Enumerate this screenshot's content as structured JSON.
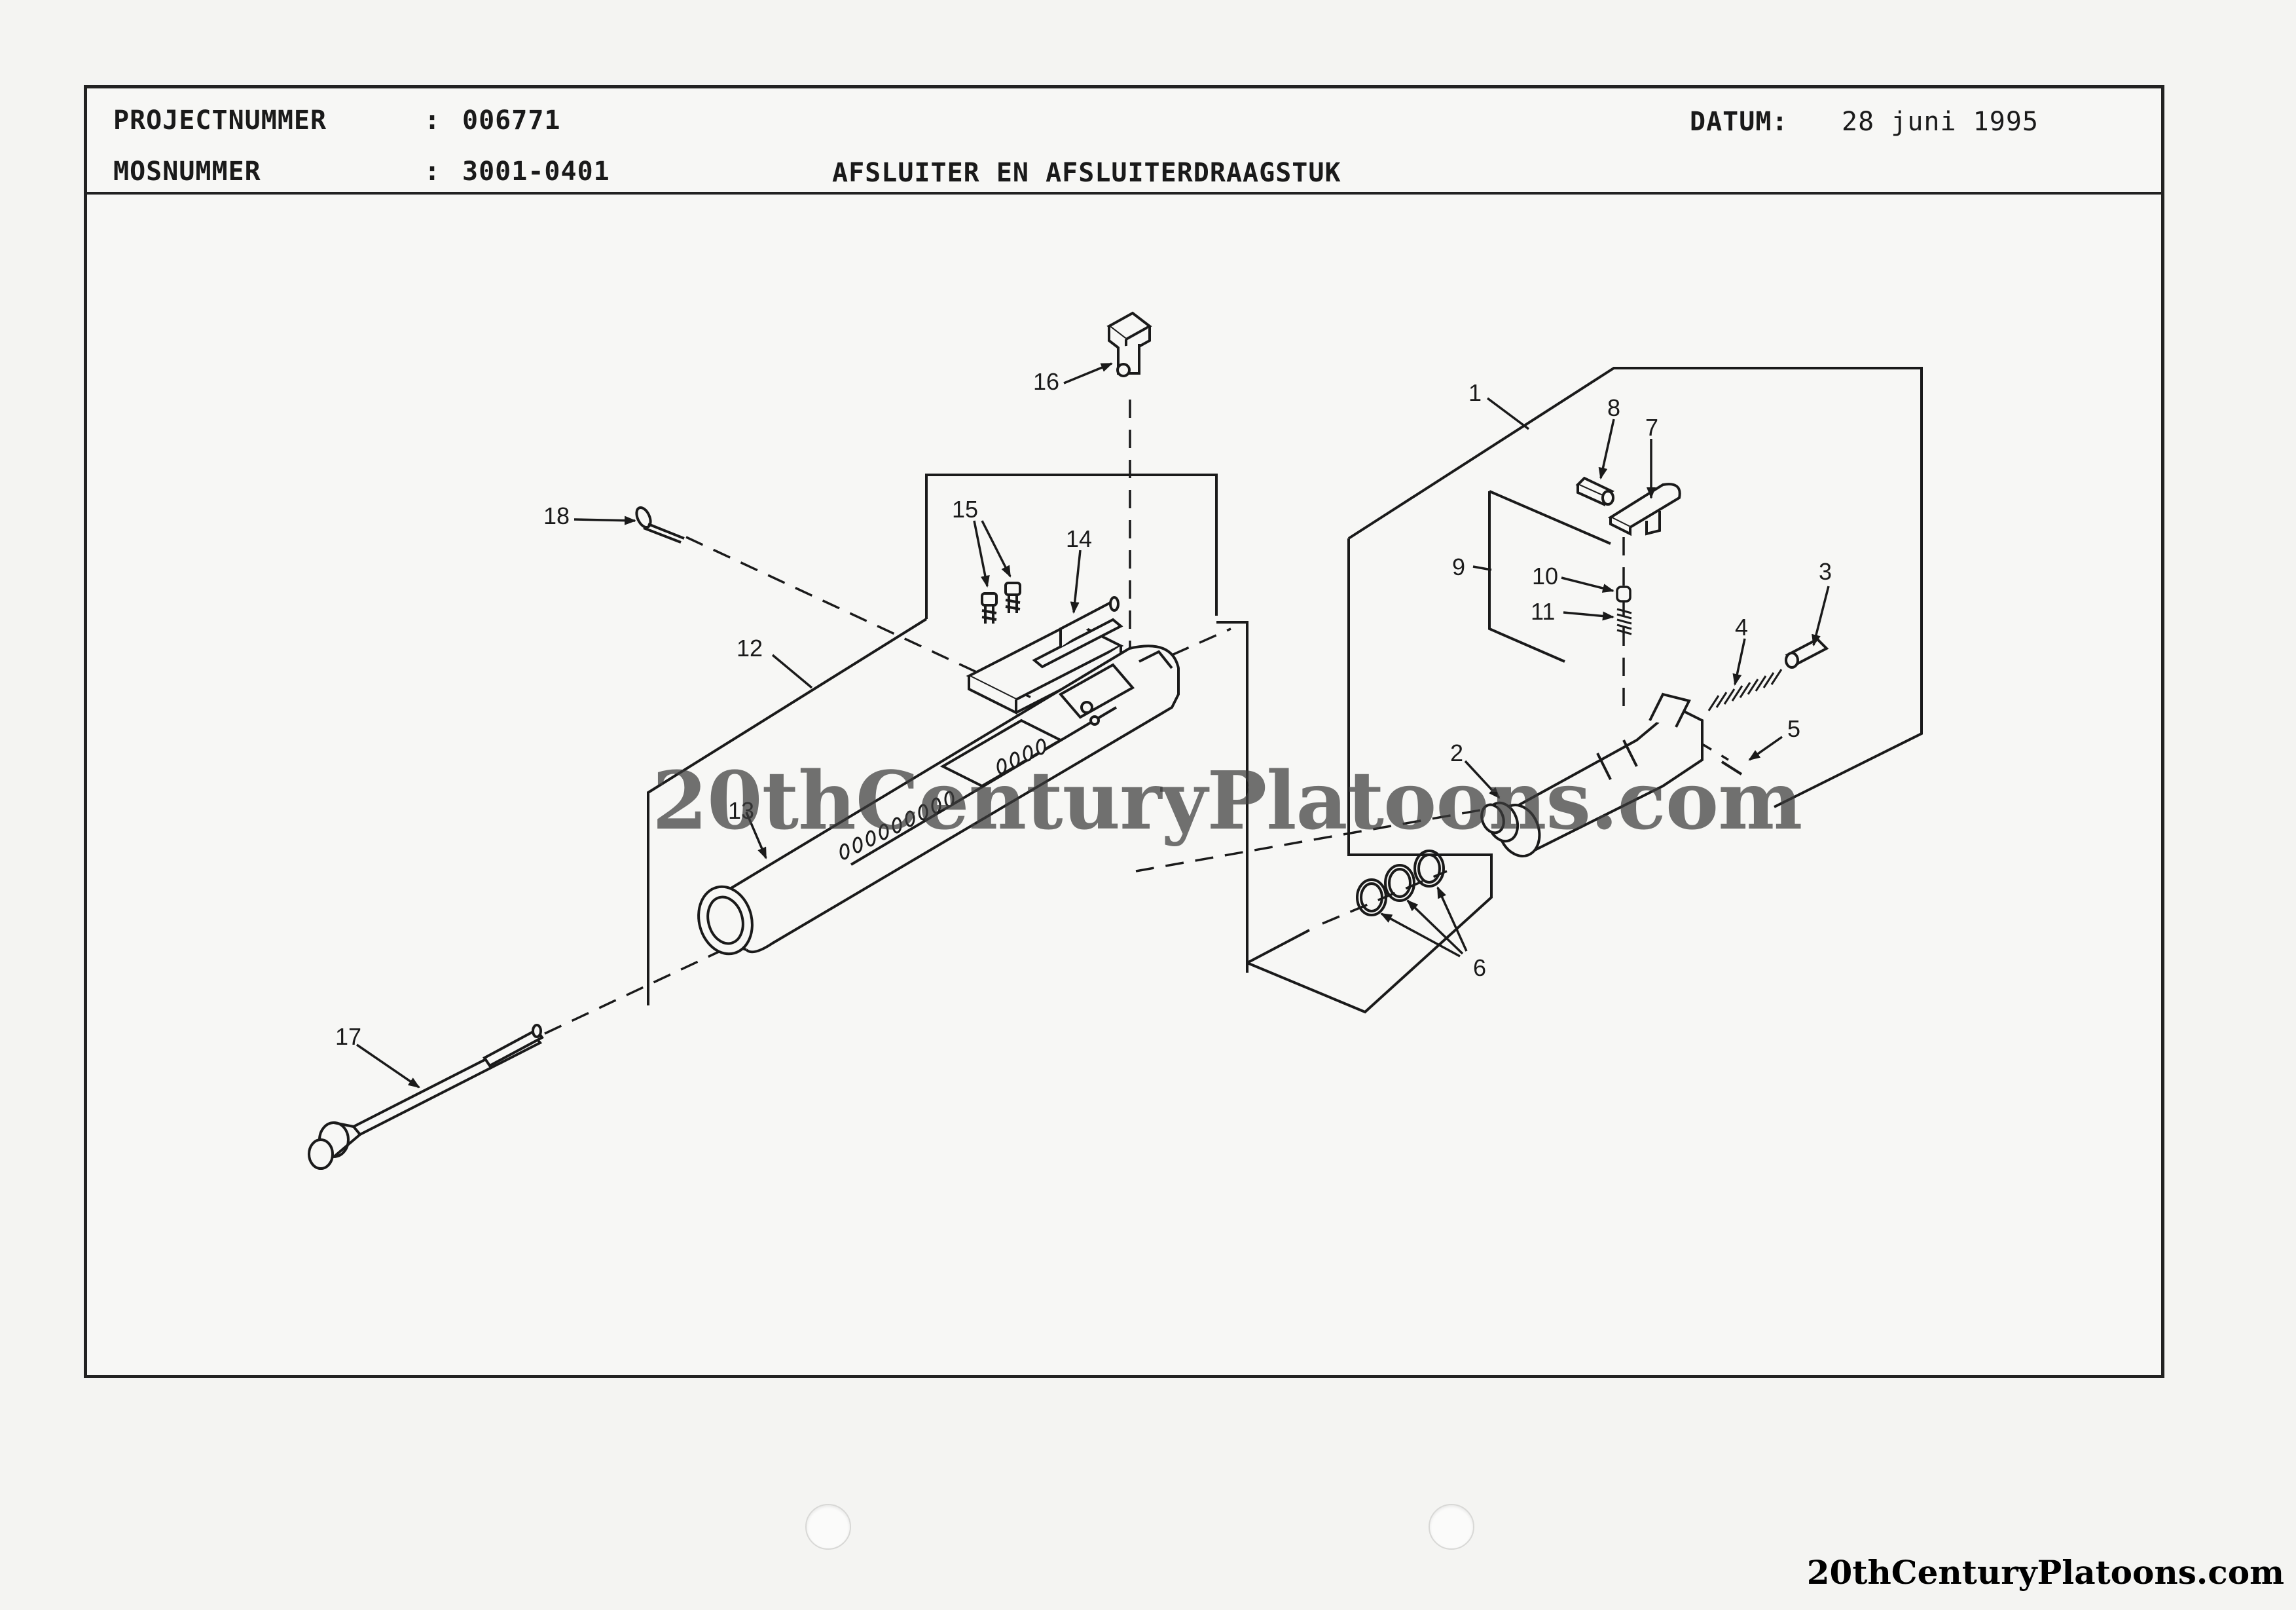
{
  "header": {
    "project_label": "PROJECTNUMMER",
    "project_colon": ":",
    "project_value": "006771",
    "mos_label": "MOSNUMMER",
    "mos_colon": ":",
    "mos_value": "3001-0401",
    "title": "AFSLUITER EN AFSLUITERDRAAGSTUK",
    "date_label": "DATUM:",
    "date_value": "28 juni 1995"
  },
  "callouts": [
    "1",
    "2",
    "3",
    "4",
    "5",
    "6",
    "7",
    "8",
    "9",
    "10",
    "11",
    "12",
    "13",
    "14",
    "15",
    "16",
    "17",
    "18"
  ],
  "watermark": "20thCenturyPlatoons.com",
  "footer_watermark": "20thCenturyPlatoons.com"
}
